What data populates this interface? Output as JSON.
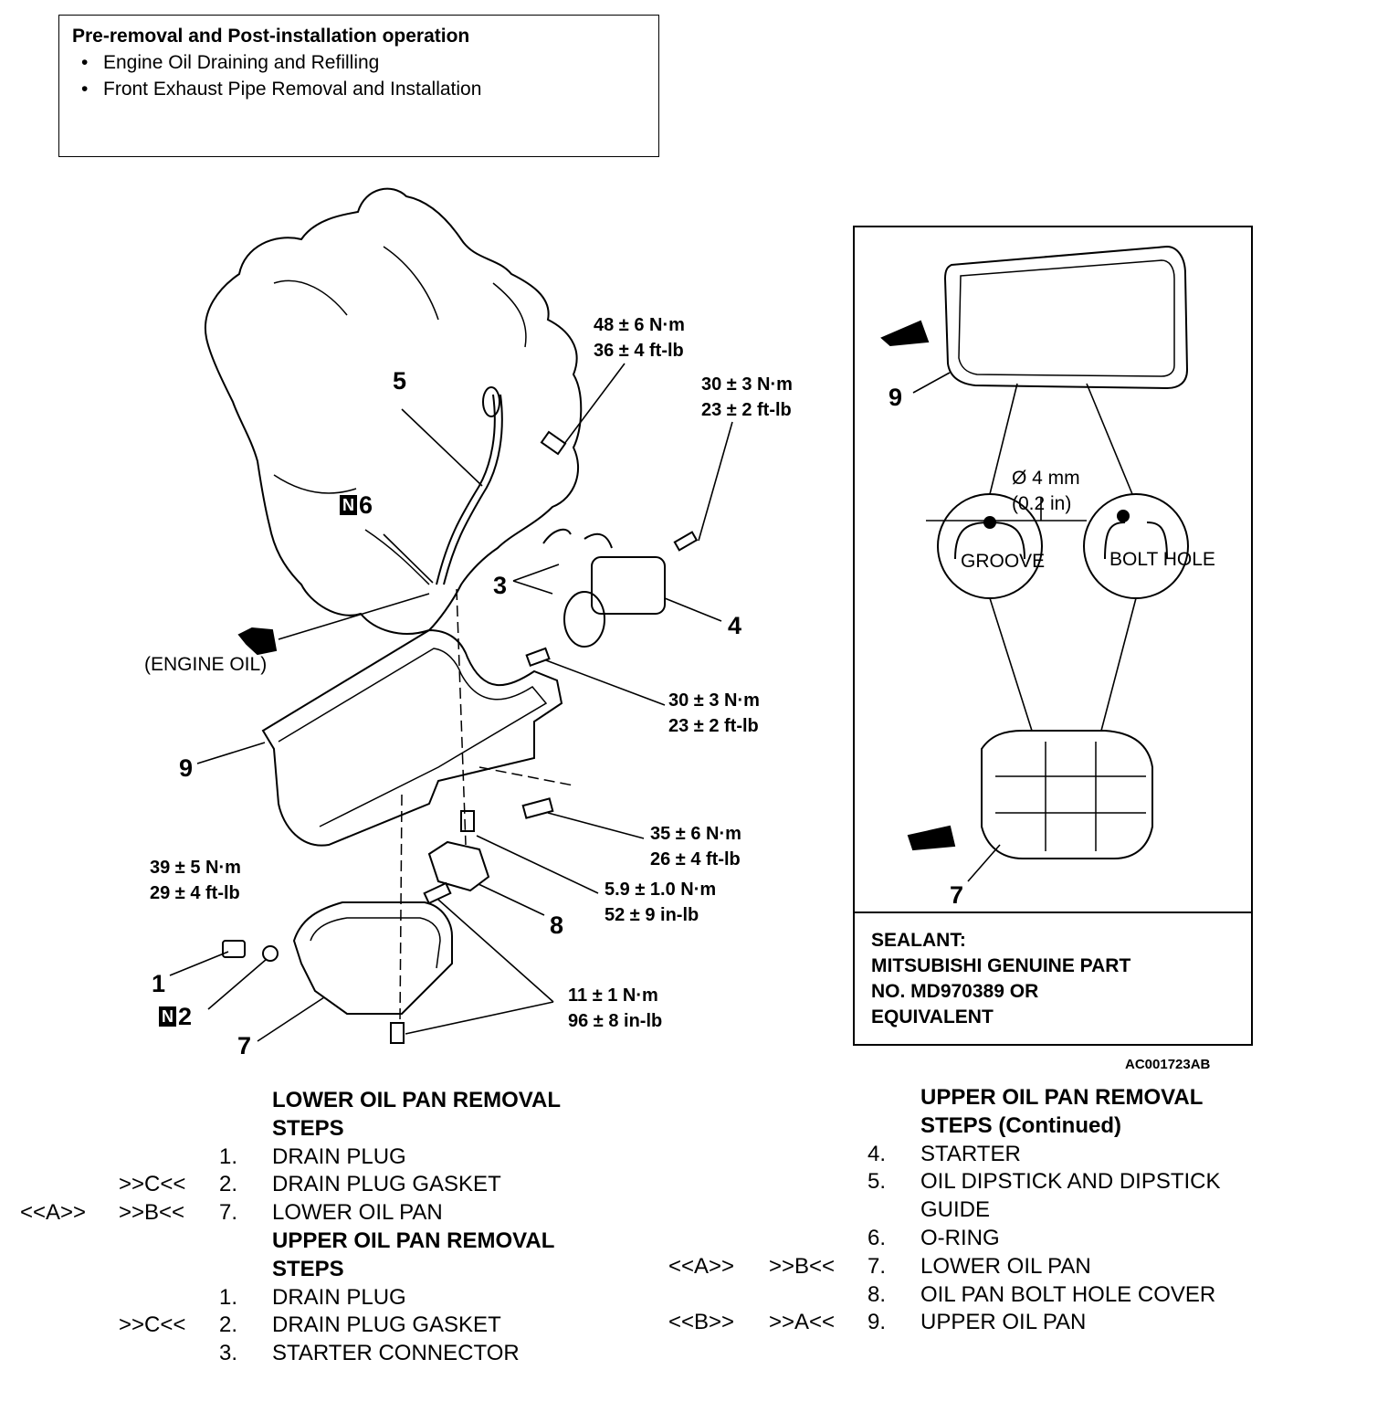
{
  "pre_box": {
    "title": "Pre-removal and Post-installation operation",
    "items": [
      "Engine Oil Draining and Refilling",
      "Front Exhaust Pipe Removal and Installation"
    ]
  },
  "callouts": {
    "n1": "1",
    "n2": "2",
    "n3": "3",
    "n4": "4",
    "n5": "5",
    "n6": "6",
    "n7": "7",
    "n8": "8",
    "n9": "9",
    "inset_9": "9",
    "inset_7": "7",
    "n_badge": "N"
  },
  "torques": {
    "dipstick_bolt": [
      "48 ± 6 N·m",
      "36 ± 4 ft-lb"
    ],
    "starter_upper": [
      "30 ± 3 N·m",
      "23 ± 2 ft-lb"
    ],
    "starter_lower": [
      "30 ± 3 N·m",
      "23 ± 2 ft-lb"
    ],
    "upper_pan_bolt": [
      "35 ± 6 N·m",
      "26 ± 4 ft-lb"
    ],
    "cover_bolt": [
      "5.9 ± 1.0 N·m",
      "52 ± 9 in-lb"
    ],
    "drain_plug": [
      "39 ± 5 N·m",
      "29 ± 4 ft-lb"
    ],
    "lower_pan_bolt": [
      "11 ± 1 N·m",
      "96 ± 8 in-lb"
    ]
  },
  "engine_oil_label": "(ENGINE OIL)",
  "inset": {
    "dia": "Ø 4 mm",
    "dia_in": "(0.2 in)",
    "groove": "GROOVE",
    "bolt_hole": "BOLT HOLE",
    "sealant": [
      "SEALANT:",
      "MITSUBISHI GENUINE PART",
      "NO. MD970389 OR",
      "EQUIVALENT"
    ]
  },
  "ref_code": "AC001723AB",
  "left_steps": [
    {
      "a": "",
      "b": "",
      "n": "",
      "label": "LOWER OIL PAN REMOVAL",
      "head": true
    },
    {
      "a": "",
      "b": "",
      "n": "",
      "label": "STEPS",
      "head": true
    },
    {
      "a": "",
      "b": "",
      "n": "1.",
      "label": "DRAIN PLUG"
    },
    {
      "a": "",
      "b": ">>C<<",
      "n": "2.",
      "label": "DRAIN PLUG GASKET"
    },
    {
      "a": "<<A>>",
      "b": ">>B<<",
      "n": "7.",
      "label": "LOWER OIL PAN"
    },
    {
      "a": "",
      "b": "",
      "n": "",
      "label": "UPPER OIL PAN REMOVAL",
      "head": true
    },
    {
      "a": "",
      "b": "",
      "n": "",
      "label": "STEPS",
      "head": true
    },
    {
      "a": "",
      "b": "",
      "n": "1.",
      "label": "DRAIN PLUG"
    },
    {
      "a": "",
      "b": ">>C<<",
      "n": "2.",
      "label": "DRAIN PLUG GASKET"
    },
    {
      "a": "",
      "b": "",
      "n": "3.",
      "label": "STARTER CONNECTOR"
    }
  ],
  "right_steps": [
    {
      "a": "",
      "b": "",
      "n": "",
      "label": "UPPER OIL PAN REMOVAL",
      "head": true
    },
    {
      "a": "",
      "b": "",
      "n": "",
      "label": "STEPS (Continued)",
      "head": true
    },
    {
      "a": "",
      "b": "",
      "n": "4.",
      "label": "STARTER"
    },
    {
      "a": "",
      "b": "",
      "n": "5.",
      "label": "OIL DIPSTICK AND DIPSTICK"
    },
    {
      "a": "",
      "b": "",
      "n": "",
      "label": "GUIDE"
    },
    {
      "a": "",
      "b": "",
      "n": "6.",
      "label": "O-RING"
    },
    {
      "a": "<<A>>",
      "b": ">>B<<",
      "n": "7.",
      "label": "LOWER OIL PAN"
    },
    {
      "a": "",
      "b": "",
      "n": "8.",
      "label": "OIL PAN BOLT HOLE COVER"
    },
    {
      "a": "<<B>>",
      "b": ">>A<<",
      "n": "9.",
      "label": "UPPER OIL PAN"
    }
  ]
}
